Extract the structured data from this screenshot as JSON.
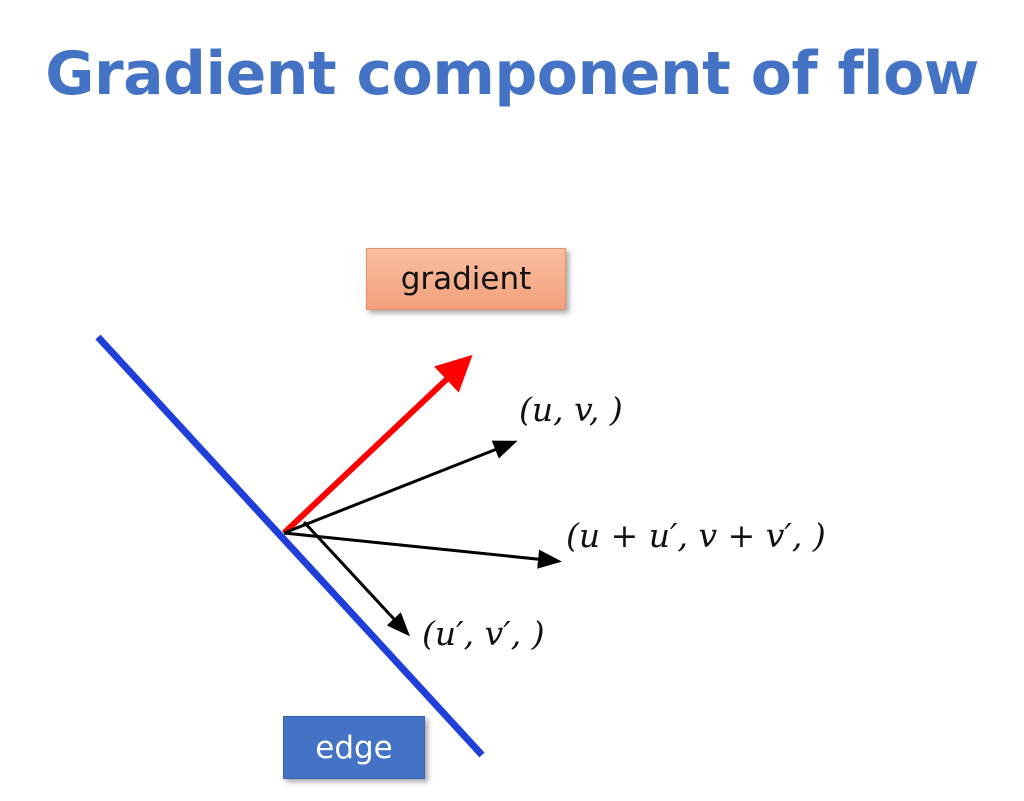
{
  "slide": {
    "title": "Gradient component of flow"
  },
  "labels": {
    "gradient": "gradient",
    "edge": "edge",
    "flow_vector": "(u, v, )",
    "sum_vector": "(u + u′, v + v′, )",
    "normal_vector": "(u′, v′, )"
  },
  "colors": {
    "title": "#4472c4",
    "edge_line": "#1f3fd8",
    "gradient_arrow": "#ff0000",
    "vectors": "#000000",
    "gradient_box": "#f4ae8a",
    "edge_box": "#4472c4"
  }
}
